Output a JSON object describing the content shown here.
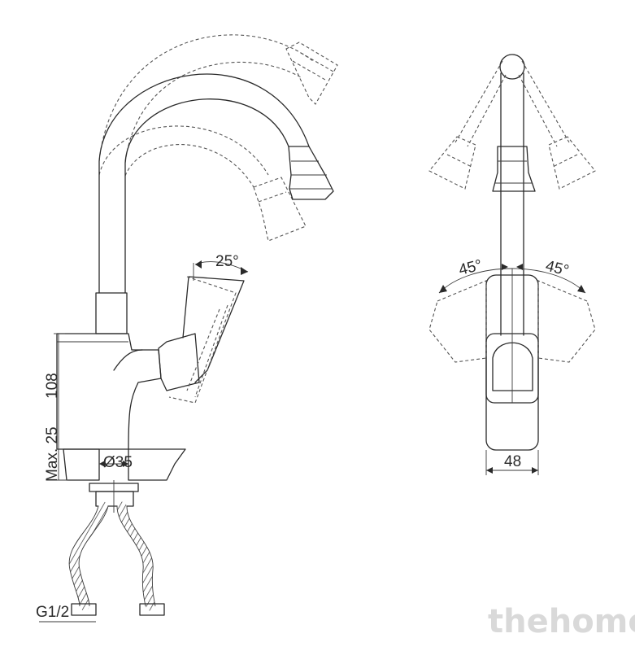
{
  "dimensions": {
    "height_above": "108",
    "max_thickness": "Max. 25",
    "hole_diameter": "Ø35",
    "thread": "G1/2",
    "handle_tilt": "25°",
    "spout_rotation_left": "45°",
    "spout_rotation_right": "45°",
    "body_width": "48"
  },
  "watermark": "thehome",
  "colors": {
    "line": "#2a2a2a",
    "watermark": "#d9d9d9"
  }
}
